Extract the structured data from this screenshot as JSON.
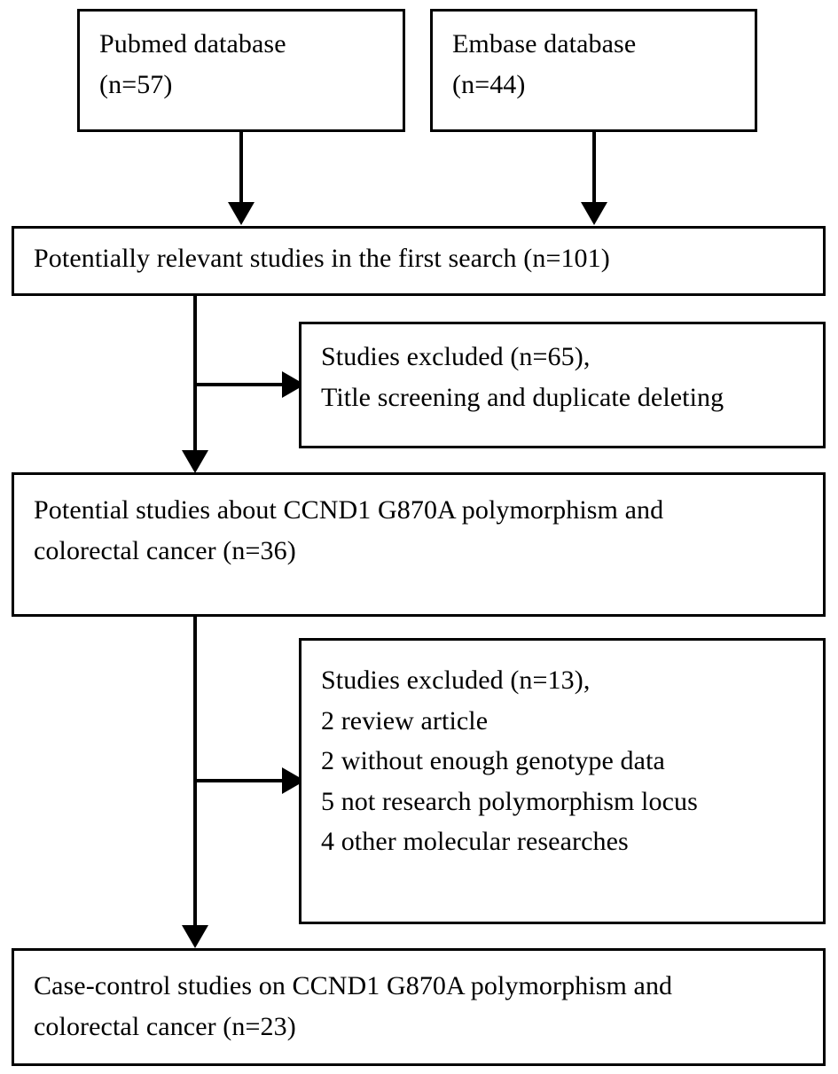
{
  "diagram": {
    "type": "flowchart",
    "title": "Flow diagram of study selection for CCND1 G870A polymorphism and colorectal cancer meta-analysis",
    "orientation": "top-to-bottom",
    "stroke_color": "#000000",
    "fill_color": "#ffffff"
  },
  "nodes": {
    "pubmed": {
      "line1": "Pubmed database",
      "line2": "(n=57)",
      "count": 57
    },
    "embase": {
      "line1": "Embase database",
      "line2": "(n=44)",
      "count": 44
    },
    "relevant": {
      "line1": "Potentially relevant studies in the first search (n=101)",
      "count": 101
    },
    "excluded_1": {
      "line1": "Studies excluded (n=65),",
      "line2": "Title screening and duplicate deleting",
      "count": 65
    },
    "potential": {
      "line1": "Potential studies about CCND1 G870A polymorphism and",
      "line2": "colorectal cancer (n=36)",
      "count": 36
    },
    "excluded_2": {
      "line1": "Studies excluded (n=13),",
      "line2": "2 review article",
      "line3": "2 without enough genotype data",
      "line4": "5 not research polymorphism locus",
      "line5": "4 other molecular researches",
      "count": 13
    },
    "casecontrol": {
      "line1": "Case-control studies on CCND1 G870A polymorphism and",
      "line2": "colorectal cancer (n=23)",
      "count": 23
    }
  },
  "connectors": {
    "pubmed_to_relevant": "arrow-down",
    "embase_to_relevant": "arrow-down",
    "relevant_to_potential": "arrow-down",
    "relevant_to_excluded_1": "arrow-right",
    "potential_to_casecontrol": "arrow-down",
    "potential_to_excluded_2": "arrow-right"
  }
}
